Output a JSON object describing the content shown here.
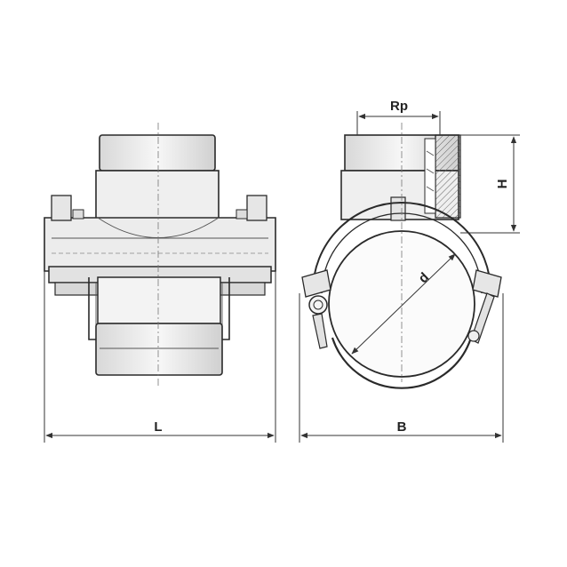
{
  "drawing": {
    "dimension_labels": {
      "length": "L",
      "width": "B",
      "thread": "Rp",
      "height": "H",
      "diameter": "d"
    }
  }
}
